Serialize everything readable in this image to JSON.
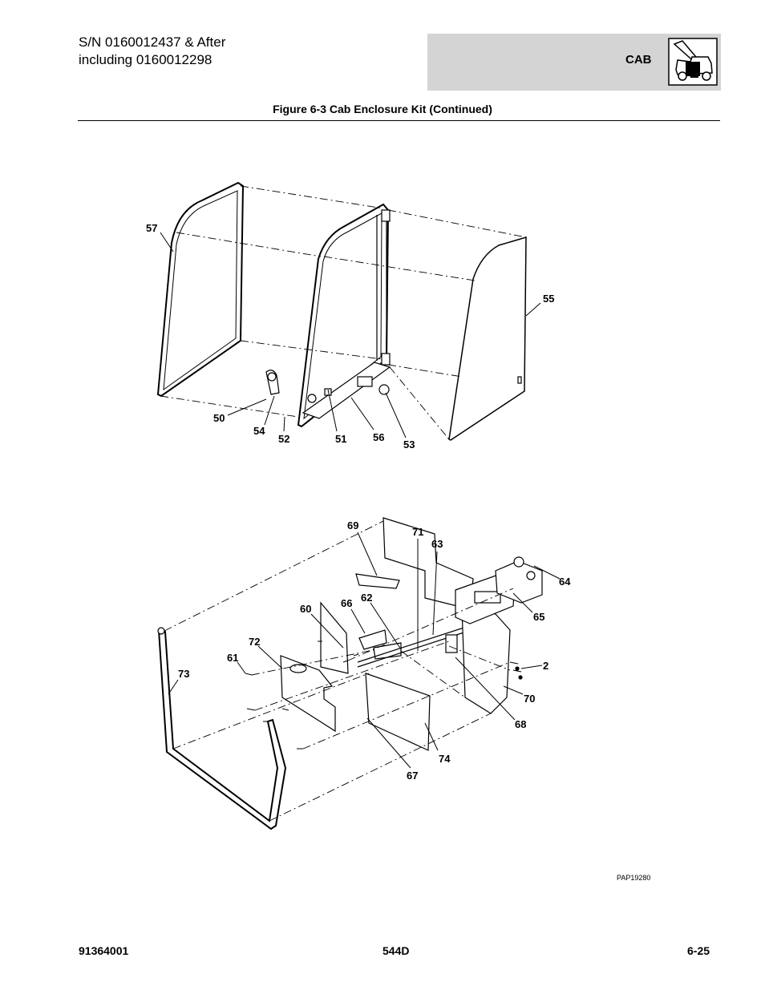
{
  "header": {
    "serial_line1": "S/N 0160012437 & After",
    "serial_line2": "including 0160012298",
    "section_label": "CAB",
    "section_icon": "telehandler-cab-icon"
  },
  "figure": {
    "title": "Figure 6-3 Cab Enclosure Kit (Continued)",
    "code": "PAP19280",
    "callouts_top": [
      "57",
      "55",
      "50",
      "54",
      "52",
      "51",
      "56",
      "53"
    ],
    "callouts_bottom": [
      "69",
      "71",
      "63",
      "64",
      "60",
      "66",
      "62",
      "65",
      "72",
      "61",
      "73",
      "2",
      "70",
      "68",
      "74",
      "67"
    ]
  },
  "footer": {
    "doc_number": "91364001",
    "model": "544D",
    "page": "6-25"
  }
}
